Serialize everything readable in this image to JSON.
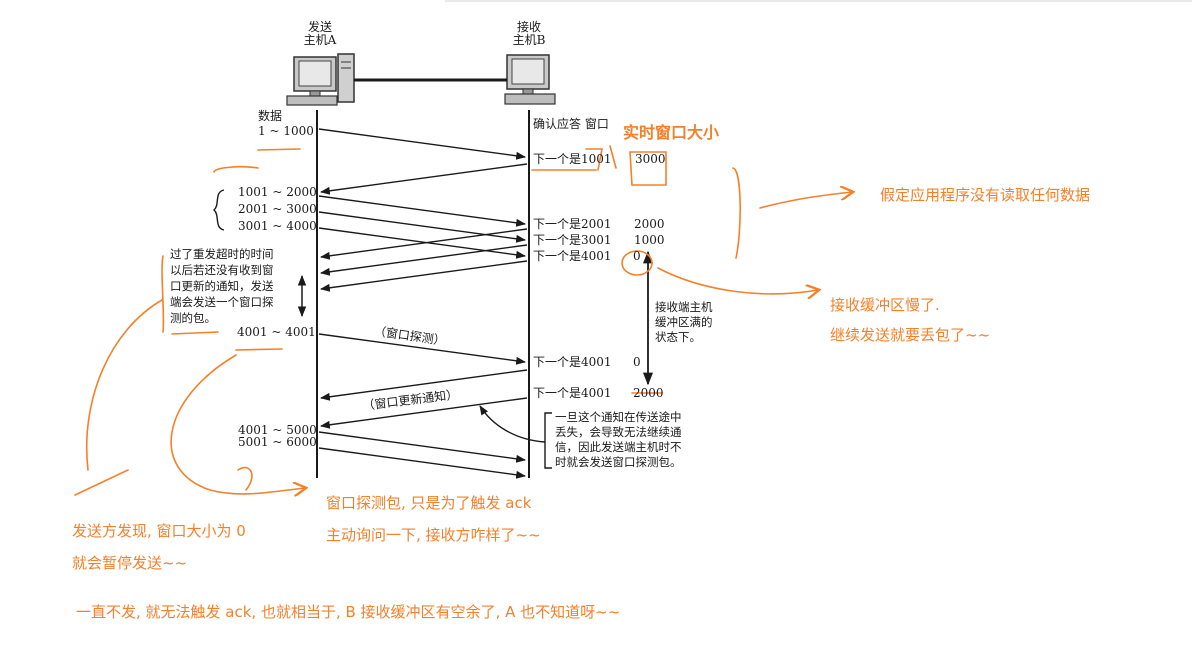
{
  "hosts": {
    "sender": {
      "line1": "发送",
      "line2": "主机A"
    },
    "receiver": {
      "line1": "接收",
      "line2": "主机B"
    }
  },
  "sender_labels": {
    "data_header": "数据",
    "seg_1": "1 ~ 1000",
    "seg_2": "1001 ~ 2000",
    "seg_3": "2001 ~ 3000",
    "seg_4": "3001 ~ 4000",
    "timeout_note": "过了重发超时的时间\n以后若还没有收到窗\n口更新的通知，发送\n端会发送一个窗口探\n测的包。",
    "probe_seg": "4001 ~ 4001",
    "seg_5": "4001 ~ 5000",
    "seg_6": "5001 ~ 6000"
  },
  "receiver_labels": {
    "ack_header": "确认应答 窗口",
    "ack_1": "下一个是1001",
    "win_1": "3000",
    "ack_2": "下一个是2001",
    "win_2": "2000",
    "ack_3": "下一个是3001",
    "win_3": "1000",
    "ack_4": "下一个是4001",
    "win_4": "0",
    "buffer_full_note": "接收端主机\n缓冲区满的\n状态下。",
    "ack_5": "下一个是4001",
    "win_5": "0",
    "ack_6": "下一个是4001",
    "win_6": "2000",
    "lost_note": "一旦这个通知在传送途中\n丢失，会导致无法继续通\n信，因此发送端主机时不\n时就会发送窗口探测包。"
  },
  "messages": {
    "window_probe": "（窗口探测）",
    "window_update": "（窗口更新通知）"
  },
  "annotations": {
    "realtime_window": "实时窗口大小",
    "app_not_reading": "假定应用程序没有读取任何数据",
    "buffer_slow_1": "接收缓冲区慢了.",
    "buffer_slow_2": "继续发送就要丢包了~~",
    "probe_pkg_1": "窗口探测包, 只是为了触发 ack",
    "probe_pkg_2": "主动询问一下, 接收方咋样了~~",
    "sender_finds_1": "发送方发现, 窗口大小为 0",
    "sender_finds_2": "就会暂停发送~~",
    "bottom_note": "一直不发, 就无法触发 ack, 也就相当于, B 接收缓冲区有空余了, A 也不知道呀~~"
  },
  "colors": {
    "annotation": "#f5802a",
    "ink": "#1a1a1a"
  }
}
